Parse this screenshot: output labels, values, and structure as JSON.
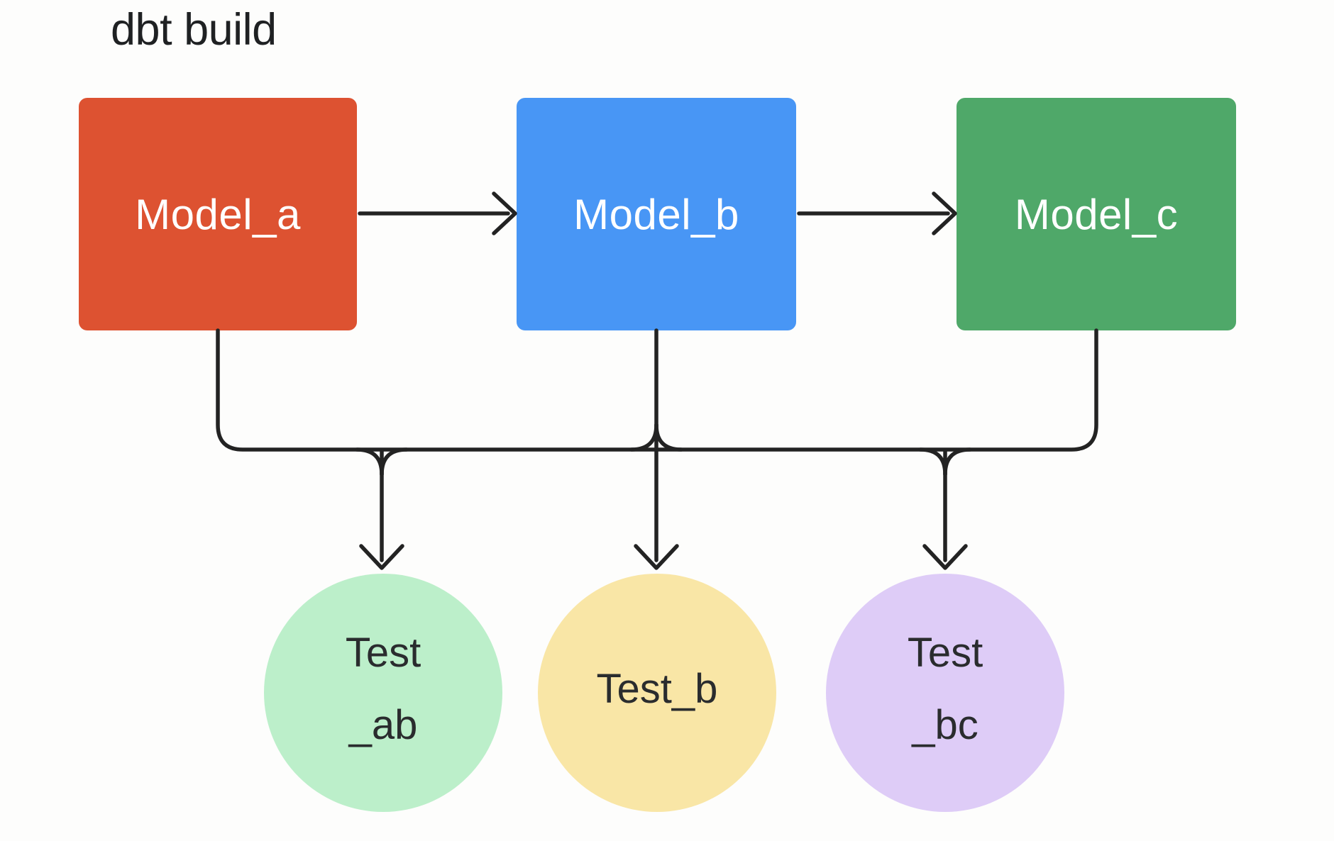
{
  "title": "dbt build",
  "colors": {
    "background": "#FDFDFC",
    "connector": "#232323",
    "title_text": "#1F2123",
    "model_text": "#FFFFFF",
    "test_text": "#2A2C2E"
  },
  "models": [
    {
      "label": "Model_a",
      "fill": "#DD5231"
    },
    {
      "label": "Model_b",
      "fill": "#4896F5"
    },
    {
      "label": "Model_c",
      "fill": "#4FA869"
    }
  ],
  "tests": [
    {
      "line1": "Test",
      "line2": "_ab",
      "fill": "#BCEFCA"
    },
    {
      "line1": "Test_b",
      "line2": "",
      "fill": "#F9E6A6"
    },
    {
      "line1": "Test",
      "line2": "_bc",
      "fill": "#DECCF7"
    }
  ],
  "edges": [
    {
      "from": "Model_a",
      "to": "Model_b"
    },
    {
      "from": "Model_b",
      "to": "Model_c"
    },
    {
      "from": "Model_a",
      "to": "Test_ab"
    },
    {
      "from": "Model_b",
      "to": "Test_ab"
    },
    {
      "from": "Model_b",
      "to": "Test_b"
    },
    {
      "from": "Model_b",
      "to": "Test_bc"
    },
    {
      "from": "Model_c",
      "to": "Test_bc"
    }
  ]
}
